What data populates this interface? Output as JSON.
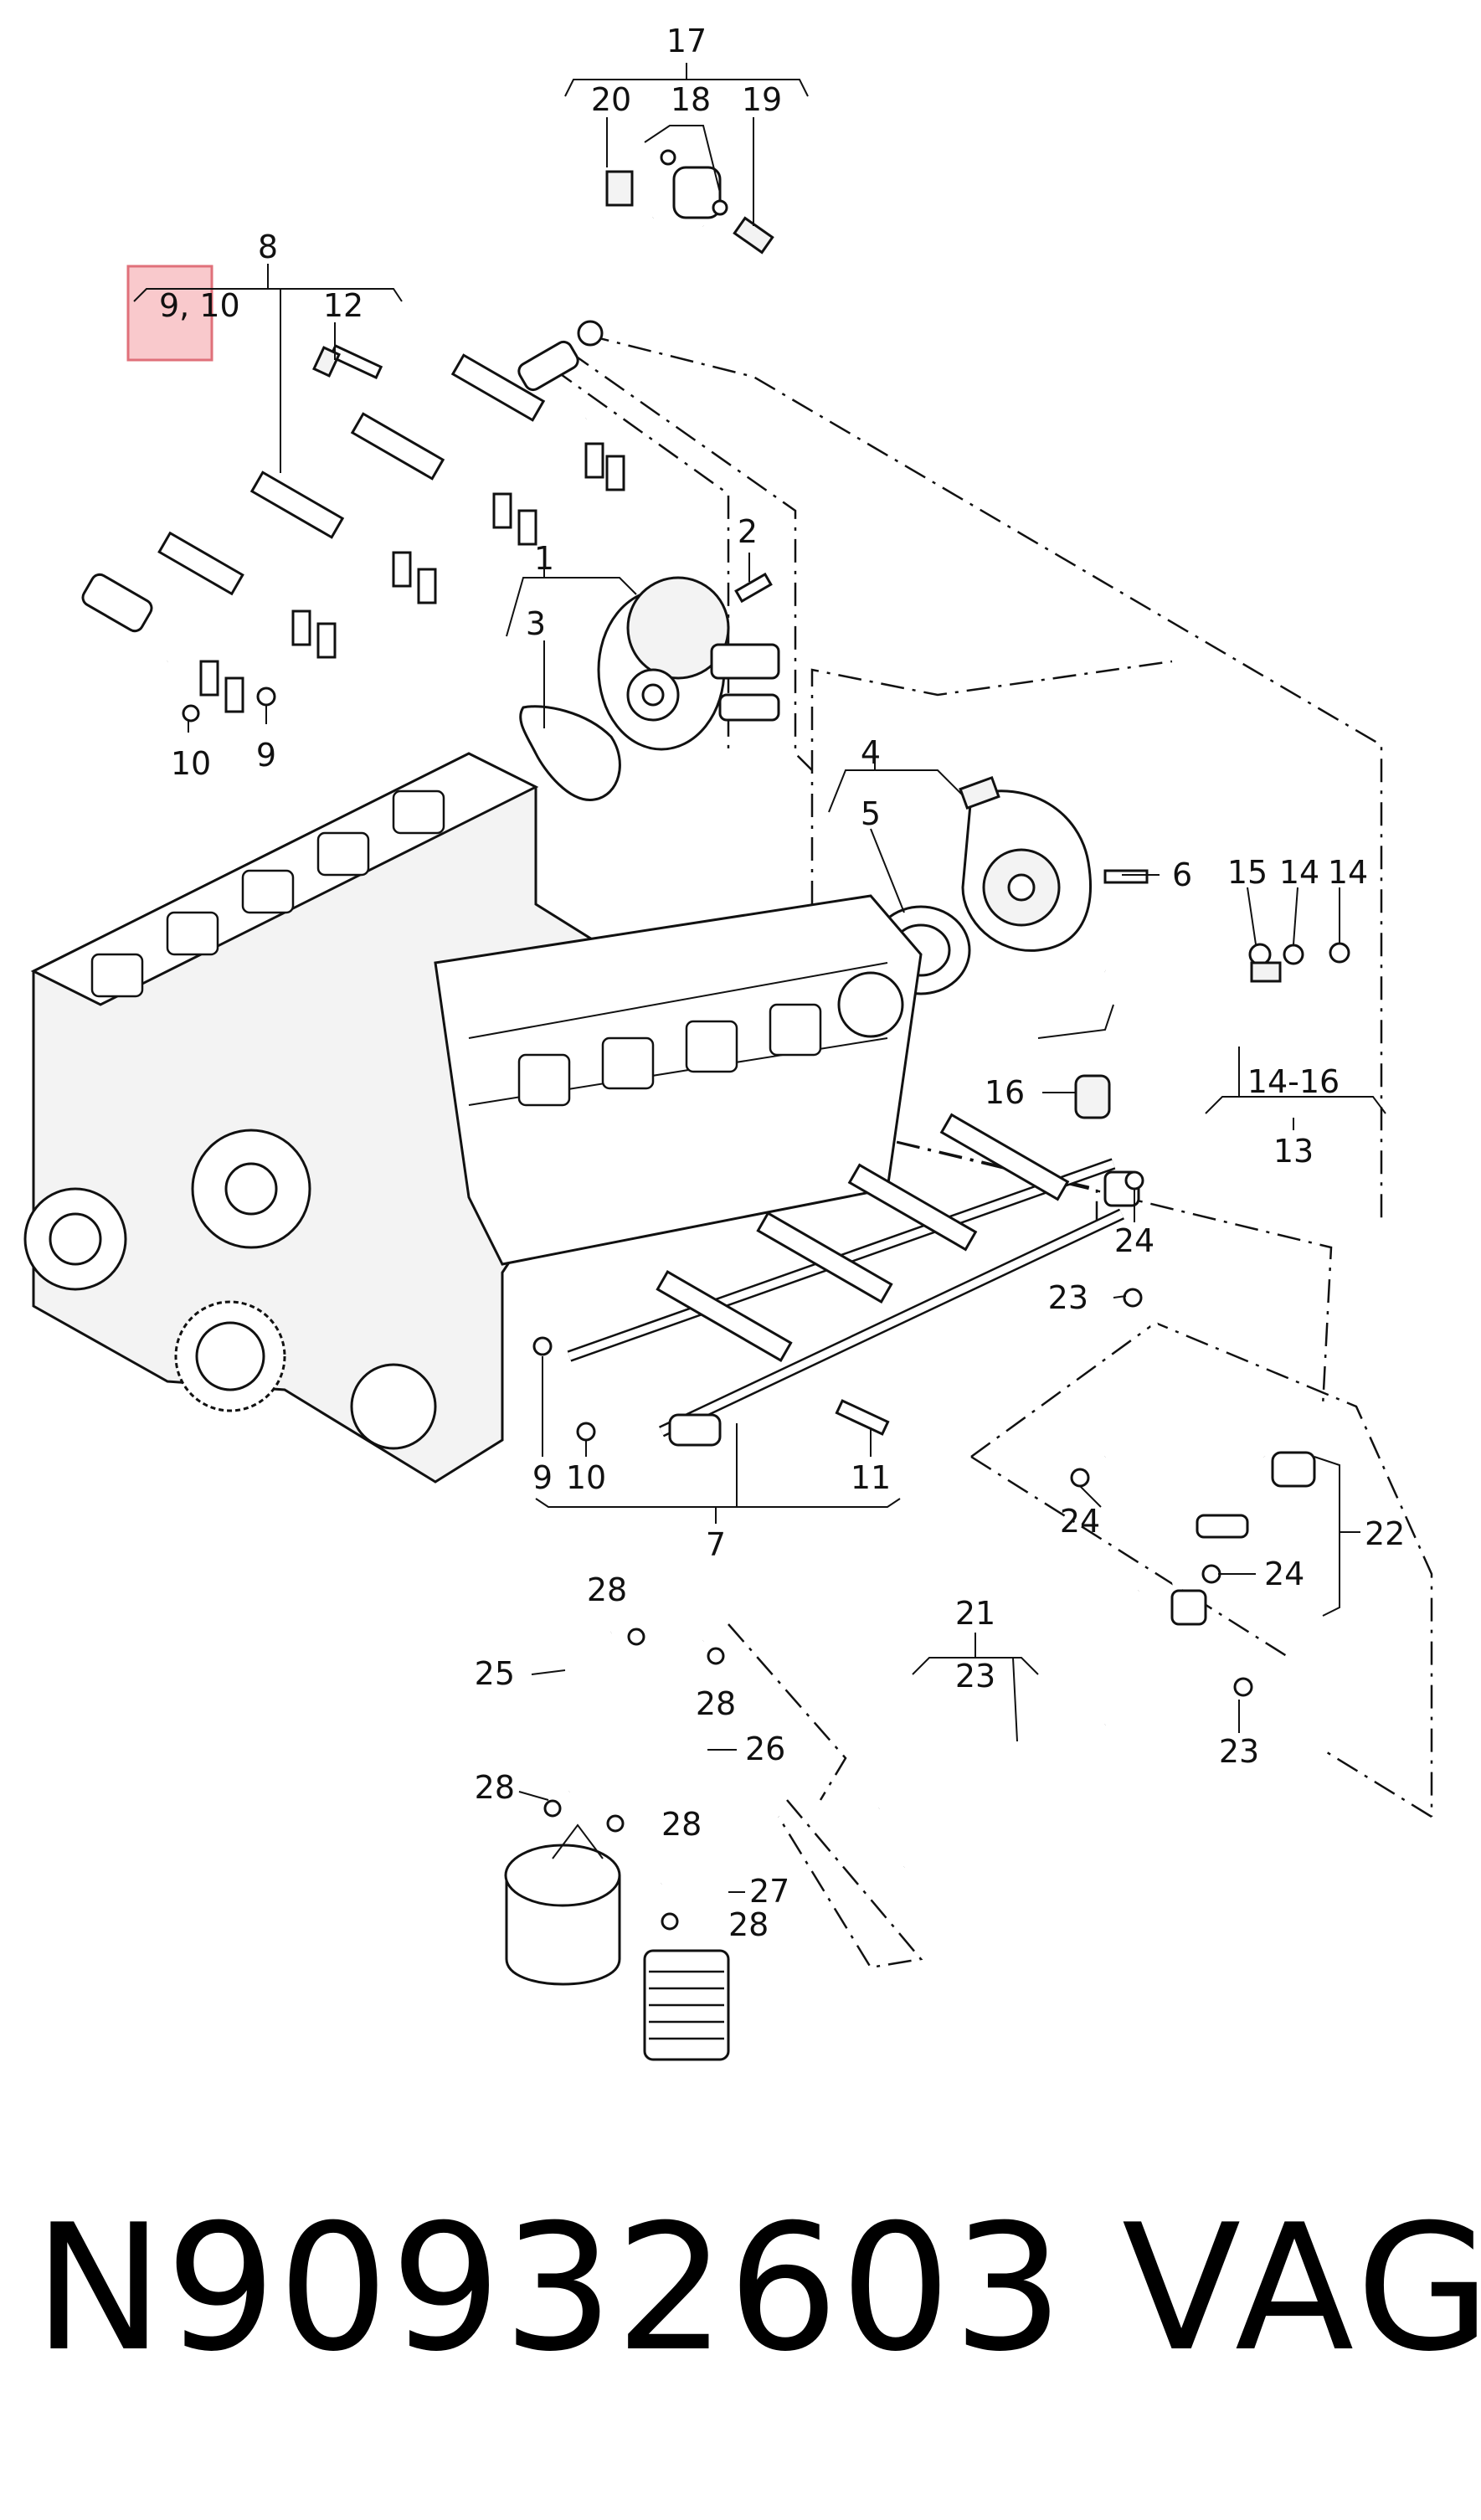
{
  "footer": {
    "part_number": "N90932603",
    "brand": "VAG"
  },
  "highlight": {
    "label": "9, 10",
    "color": "#f4a7ad"
  },
  "callouts": {
    "c1": "1",
    "c2": "2",
    "c3": "3",
    "c4": "4",
    "c5": "5",
    "c6": "6",
    "c7": "7",
    "c8": "8",
    "c9a": "9",
    "c9b": "9",
    "c10a": "10",
    "c10b": "10",
    "c11": "11",
    "c12": "12",
    "c13": "13",
    "c14a": "14",
    "c14b": "14",
    "c14_16": "14-16",
    "c15": "15",
    "c16": "16",
    "c17": "17",
    "c18": "18",
    "c19": "19",
    "c20": "20",
    "c21": "21",
    "c22": "22",
    "c23a": "23",
    "c23b": "23",
    "c23c": "23",
    "c24a": "24",
    "c24b": "24",
    "c24c": "24",
    "c25": "25",
    "c26": "26",
    "c27": "27",
    "c28a": "28",
    "c28b": "28",
    "c28c": "28",
    "c28d": "28",
    "c28e": "28"
  }
}
